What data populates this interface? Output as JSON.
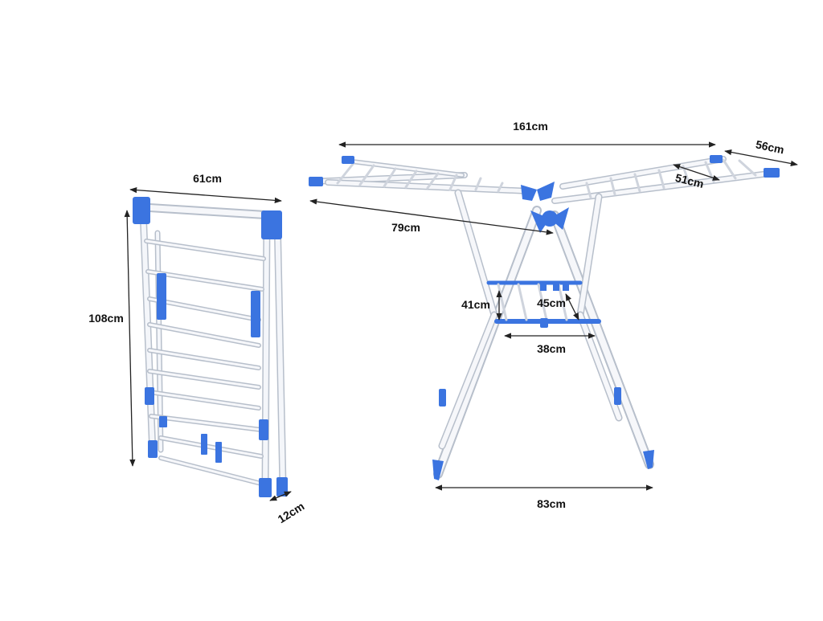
{
  "dimensions": {
    "folded_width": "61cm",
    "folded_height": "108cm",
    "folded_depth": "12cm",
    "total_span": "161cm",
    "wing_depth": "56cm",
    "wing_rail_length": "51cm",
    "arm_length": "79cm",
    "shelf_height": "41cm",
    "shelf_depth": "45cm",
    "shelf_width": "38cm",
    "base_width": "83cm"
  },
  "colors": {
    "frame": "#f2f4f8",
    "frame_edge": "#b9c0cc",
    "accent": "#3b74e0",
    "accent_dark": "#2350b8",
    "dimension_line": "#222222"
  }
}
